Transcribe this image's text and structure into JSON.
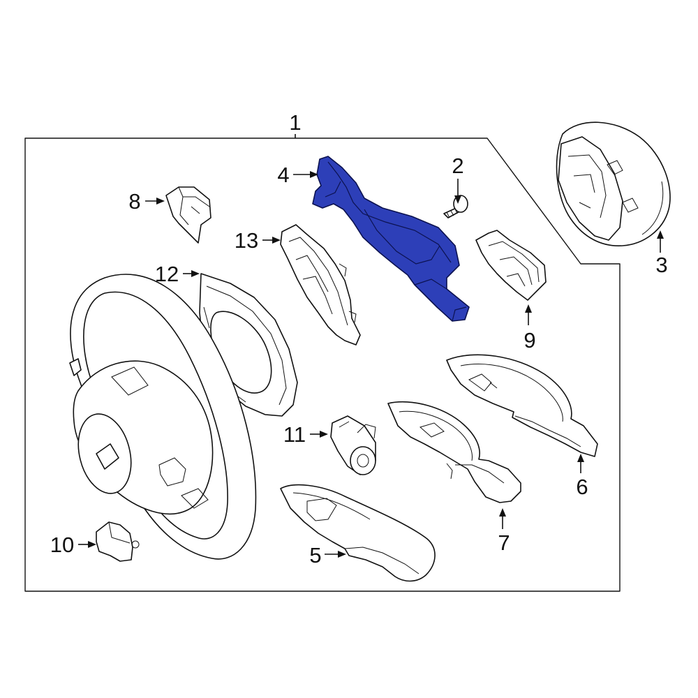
{
  "diagram": {
    "highlight_color": "#2d3fb8",
    "callouts": [
      {
        "id": "1",
        "label": "1"
      },
      {
        "id": "2",
        "label": "2"
      },
      {
        "id": "3",
        "label": "3"
      },
      {
        "id": "4",
        "label": "4"
      },
      {
        "id": "5",
        "label": "5"
      },
      {
        "id": "6",
        "label": "6"
      },
      {
        "id": "7",
        "label": "7"
      },
      {
        "id": "8",
        "label": "8"
      },
      {
        "id": "9",
        "label": "9"
      },
      {
        "id": "10",
        "label": "10"
      },
      {
        "id": "11",
        "label": "11"
      },
      {
        "id": "12",
        "label": "12"
      },
      {
        "id": "13",
        "label": "13"
      }
    ],
    "highlighted_part": "4"
  }
}
